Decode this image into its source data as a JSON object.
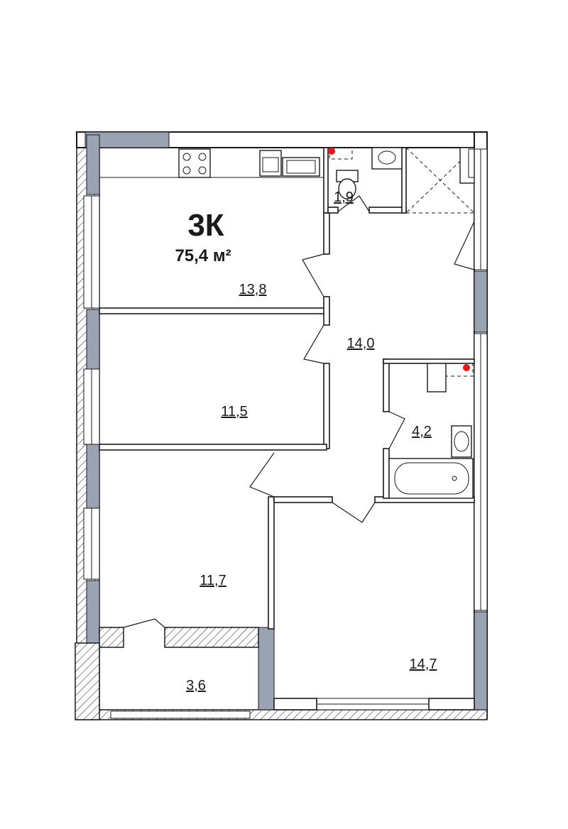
{
  "apartment": {
    "type": "3К",
    "area": "75,4 м²"
  },
  "rooms": [
    {
      "name": "kitchen",
      "area": "13,8"
    },
    {
      "name": "wc",
      "area": "1,9"
    },
    {
      "name": "hall",
      "area": "14,0"
    },
    {
      "name": "bedroom-1",
      "area": "11,5"
    },
    {
      "name": "bathroom",
      "area": "4,2"
    },
    {
      "name": "bedroom-2",
      "area": "11,7"
    },
    {
      "name": "living-room",
      "area": "14,7"
    },
    {
      "name": "balcony",
      "area": "3,6"
    }
  ],
  "colors": {
    "wall": "#1a1a1a",
    "window_pier": "#9aa3b2",
    "riser": "#e8151b",
    "background": "#ffffff"
  }
}
